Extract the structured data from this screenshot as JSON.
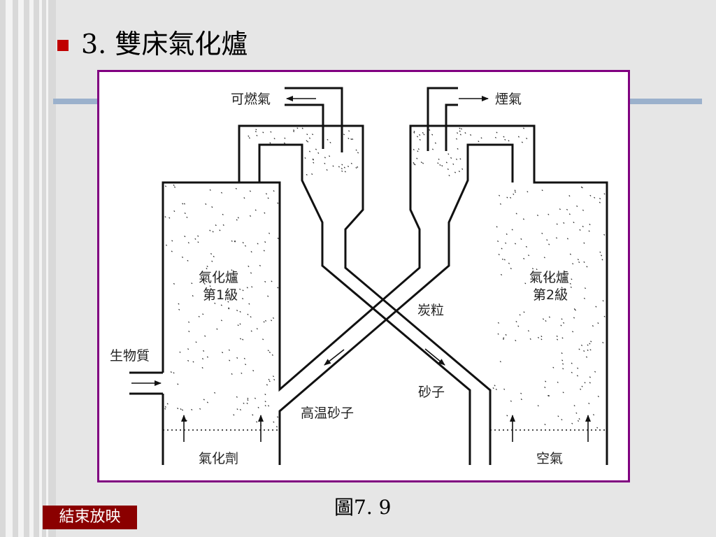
{
  "slide": {
    "title": "3. 雙床氣化爐",
    "caption": "圖7. 9",
    "end_show_button": "結束放映",
    "colors": {
      "background": "#e6e6e6",
      "bullet": "#c00000",
      "frame": "#800080",
      "header_rule": "#9bb1cc",
      "end_button": "#8b0000"
    }
  },
  "diagram": {
    "labels": {
      "combustible_gas": "可燃氣",
      "flue_gas": "煙氣",
      "gasifier_1_line1": "氣化爐",
      "gasifier_1_line2": "第1級",
      "gasifier_2_line1": "氣化爐",
      "gasifier_2_line2": "第2級",
      "char": "炭粒",
      "sand": "砂子",
      "hot_sand": "高温砂子",
      "biomass": "生物質",
      "gasifying_agent": "氣化劑",
      "air": "空氣"
    }
  }
}
